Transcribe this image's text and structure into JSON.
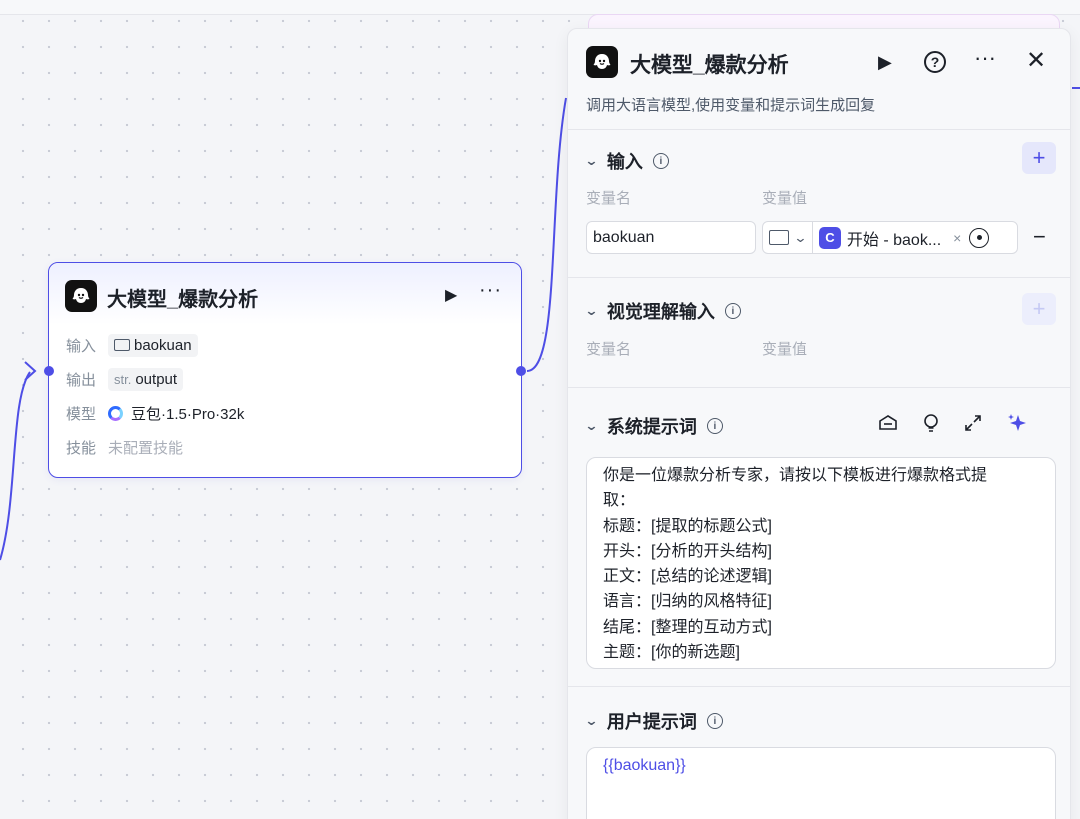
{
  "node": {
    "title": "大模型_爆款分析",
    "rows": [
      {
        "label": "输入",
        "value": "baokuan"
      },
      {
        "label": "输出",
        "type": "str.",
        "value": "output"
      },
      {
        "label": "模型",
        "value": "豆包·1.5·Pro·32k"
      },
      {
        "label": "技能",
        "value": "未配置技能"
      }
    ]
  },
  "panel": {
    "title": "大模型_爆款分析",
    "description": "调用大语言模型,使用变量和提示词生成回复",
    "input_section": {
      "title": "输入",
      "col_name": "变量名",
      "col_value": "变量值",
      "var_name": "baokuan",
      "ref_label": "开始 - baok...",
      "ref_close": "×"
    },
    "vision_section": {
      "title": "视觉理解输入",
      "col_name": "变量名",
      "col_value": "变量值"
    },
    "system_prompt": {
      "title": "系统提示词",
      "lines": [
        "你是一位爆款分析专家，请按以下模板进行爆款格式提",
        "取：",
        "标题：[提取的标题公式]",
        "开头：[分析的开头结构]",
        "正文：[总结的论述逻辑]",
        "语言：[归纳的风格特征]",
        "结尾：[整理的互动方式]",
        "主题：[你的新选题]"
      ]
    },
    "user_prompt": {
      "title": "用户提示词",
      "value": "{{baokuan}}"
    }
  },
  "colors": {
    "accent": "#4e4ee6",
    "canvas": "#f4f5f8"
  }
}
